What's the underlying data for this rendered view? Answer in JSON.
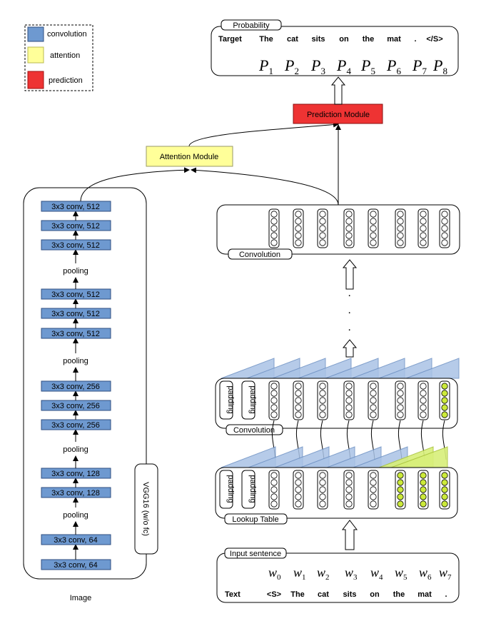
{
  "legend": {
    "items": [
      {
        "label": "convolution",
        "color": "#6e99d0"
      },
      {
        "label": "attention",
        "color": "#ffff99"
      },
      {
        "label": "prediction",
        "color": "#ee3333"
      }
    ]
  },
  "vgg": {
    "title": "VGG16 (w/o fc)",
    "layers": [
      "3x3 conv, 512",
      "3x3 conv, 512",
      "3x3 conv, 512",
      "pooling",
      "3x3 conv, 512",
      "3x3 conv, 512",
      "3x3 conv, 512",
      "pooling",
      "3x3 conv, 256",
      "3x3 conv, 256",
      "3x3 conv, 256",
      "pooling",
      "3x3 conv, 128",
      "3x3 conv, 128",
      "pooling",
      "3x3 conv, 64",
      "3x3 conv, 64"
    ],
    "input_label": "Image"
  },
  "attention_module": {
    "label": "Attention Module",
    "color": "#ffff99"
  },
  "prediction_module": {
    "label": "Prediction Module",
    "color": "#ee3333"
  },
  "probability": {
    "title": "Probability",
    "row_label": "Target",
    "tokens": [
      "The",
      "cat",
      "sits",
      "on",
      "the",
      "mat",
      ".",
      "</S>"
    ],
    "probs": [
      "1",
      "2",
      "3",
      "4",
      "5",
      "6",
      "7",
      "8"
    ],
    "prob_symbol": "P"
  },
  "convolution_top": {
    "label": "Convolution"
  },
  "dots": [
    "·",
    "·",
    "·"
  ],
  "convolution_mid": {
    "label": "Convolution",
    "padding_labels": [
      "padding",
      "padding"
    ]
  },
  "lookup_table": {
    "label": "Lookup Table",
    "padding_labels": [
      "padding",
      "padding"
    ]
  },
  "input_sentence": {
    "title": "Input sentence",
    "row_label": "Text",
    "tokens": [
      "<S>",
      "The",
      "cat",
      "sits",
      "on",
      "the",
      "mat",
      "."
    ],
    "word_symbol": "w",
    "word_indices": [
      "0",
      "1",
      "2",
      "3",
      "4",
      "5",
      "6",
      "7"
    ]
  },
  "highlight_color": "#ccea3a"
}
